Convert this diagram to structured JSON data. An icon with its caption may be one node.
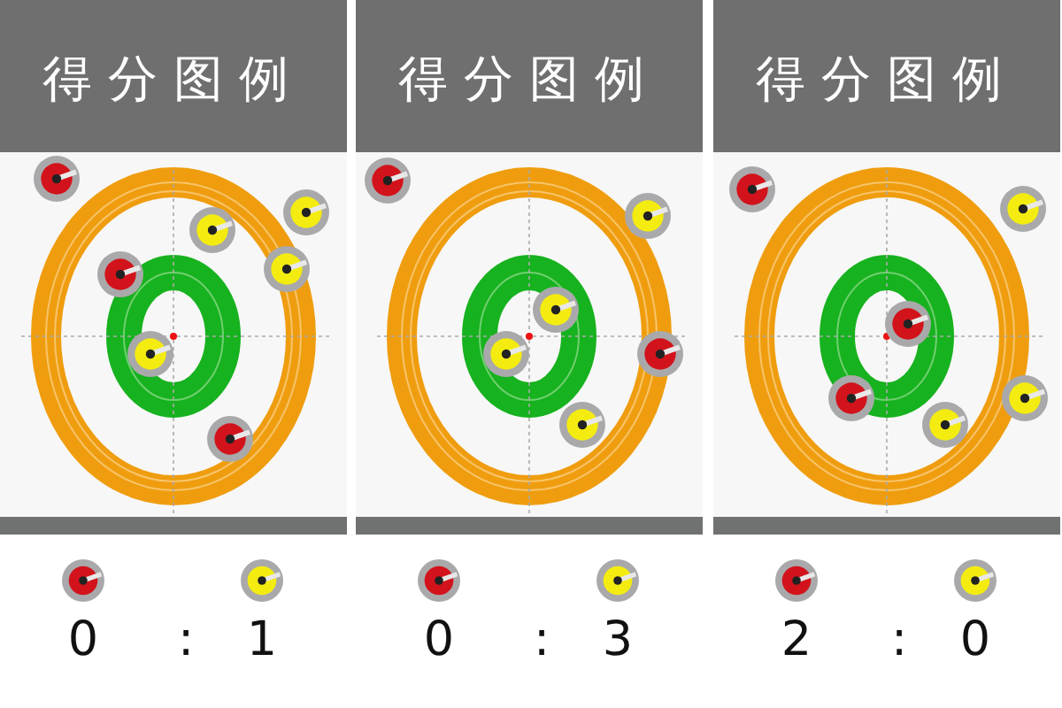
{
  "diagram": {
    "labels": [
      "得分图例",
      "得分图例",
      "得分图例",
      "0",
      ":",
      "1",
      "0",
      ":",
      "3",
      "2",
      ":",
      "0"
    ]
  }
}
